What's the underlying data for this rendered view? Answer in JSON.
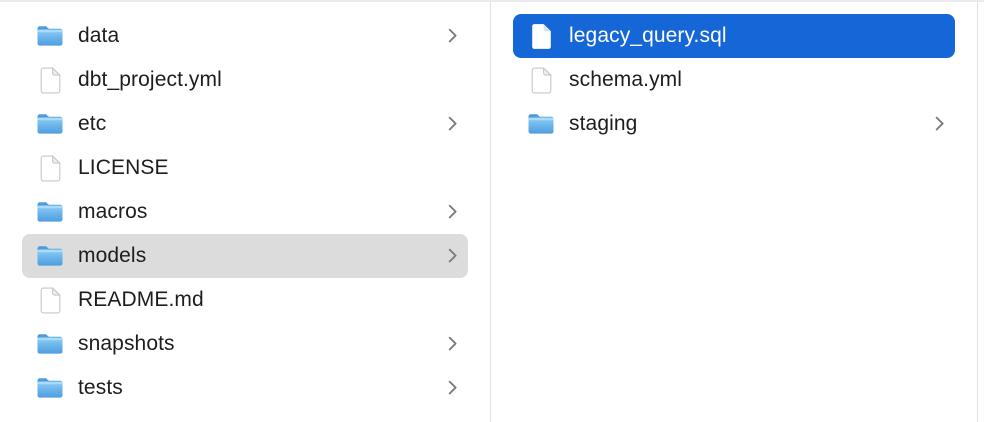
{
  "view": "finder-column-browser",
  "colors": {
    "selection_blue": "#1567d8",
    "selection_gray": "#dcdcdc",
    "divider": "#e2e2e2",
    "top_border": "#ebebeb",
    "text": "#1d1d1f",
    "selected_text": "#ffffff",
    "chevron_gray": "#7d7d7d",
    "folder_blue_top": "#4e9add",
    "folder_blue_body_light": "#8bcdf4",
    "folder_blue_body_dark": "#4d9de1"
  },
  "icons": {
    "folder": "folder-icon",
    "file": "document-icon",
    "chevron": "chevron-right-icon"
  },
  "columns": [
    {
      "id": "left",
      "items": [
        {
          "label": "data",
          "kind": "folder",
          "has_chevron": true,
          "selected": false
        },
        {
          "label": "dbt_project.yml",
          "kind": "file",
          "has_chevron": false,
          "selected": false
        },
        {
          "label": "etc",
          "kind": "folder",
          "has_chevron": true,
          "selected": false
        },
        {
          "label": "LICENSE",
          "kind": "file",
          "has_chevron": false,
          "selected": false
        },
        {
          "label": "macros",
          "kind": "folder",
          "has_chevron": true,
          "selected": false
        },
        {
          "label": "models",
          "kind": "folder",
          "has_chevron": true,
          "selected": true,
          "selection_style": "gray"
        },
        {
          "label": "README.md",
          "kind": "file",
          "has_chevron": false,
          "selected": false
        },
        {
          "label": "snapshots",
          "kind": "folder",
          "has_chevron": true,
          "selected": false
        },
        {
          "label": "tests",
          "kind": "folder",
          "has_chevron": true,
          "selected": false
        }
      ]
    },
    {
      "id": "middle",
      "items": [
        {
          "label": "legacy_query.sql",
          "kind": "file",
          "has_chevron": false,
          "selected": true,
          "selection_style": "blue"
        },
        {
          "label": "schema.yml",
          "kind": "file",
          "has_chevron": false,
          "selected": false
        },
        {
          "label": "staging",
          "kind": "folder",
          "has_chevron": true,
          "selected": false
        }
      ]
    }
  ]
}
